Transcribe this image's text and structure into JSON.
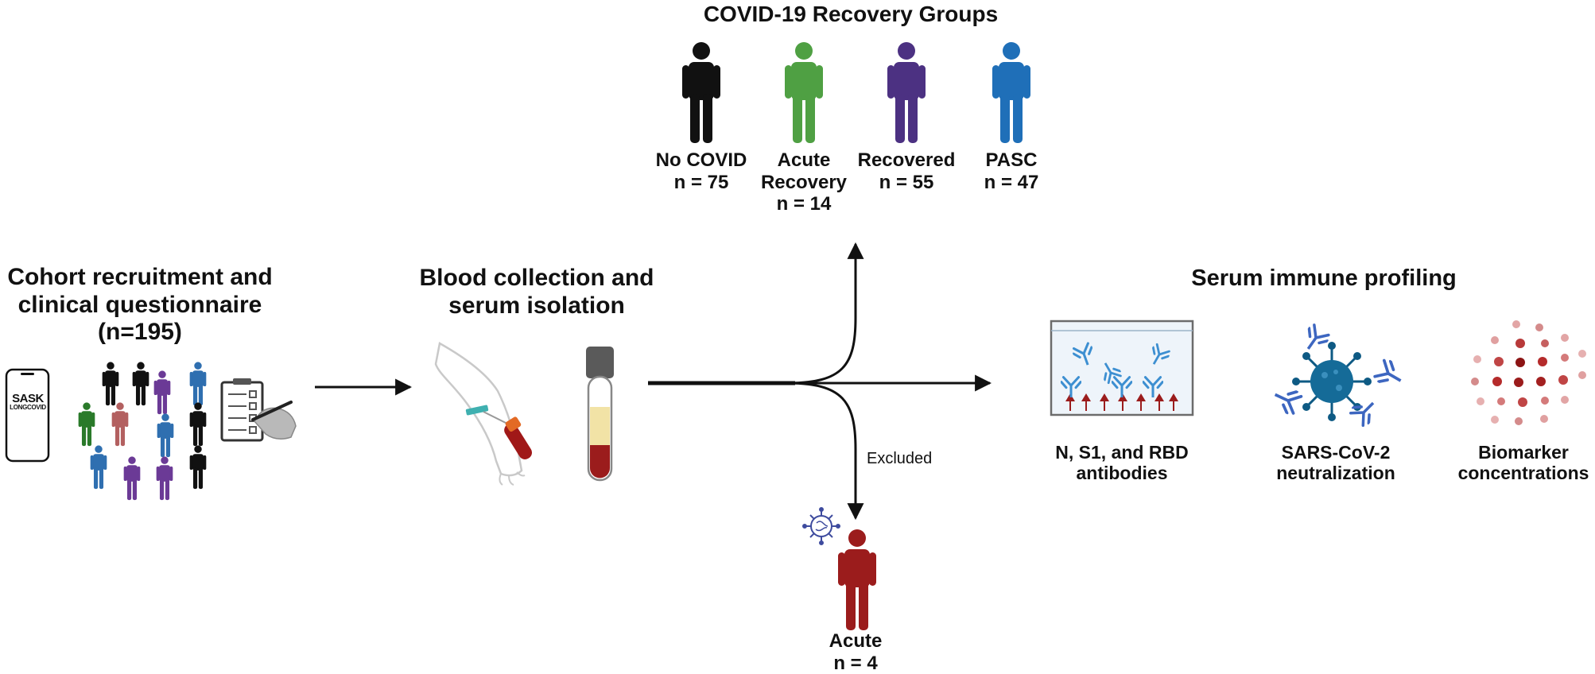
{
  "recovery_title": "COVID-19 Recovery Groups",
  "groups": [
    {
      "name": "No COVID",
      "n": "n = 75",
      "color": "#111111"
    },
    {
      "name": "Acute Recovery",
      "name_line1": "Acute",
      "name_line2": "Recovery",
      "n": "n = 14",
      "color": "#4fa043"
    },
    {
      "name": "Recovered",
      "n": "n = 55",
      "color": "#4c3182"
    },
    {
      "name": "PASC",
      "n": "n = 47",
      "color": "#1f6fb8"
    }
  ],
  "cohort": {
    "title_line1": "Cohort recruitment and",
    "title_line2": "clinical questionnaire",
    "title_line3": "(n=195)",
    "phone_logo_line1": "SASK",
    "phone_logo_line2": "LONGCOVID"
  },
  "blood": {
    "title_line1": "Blood collection and",
    "title_line2": "serum isolation"
  },
  "excluded": {
    "label": "Excluded",
    "group_name": "Acute",
    "group_n": "n = 4",
    "color": "#9b1c1c"
  },
  "profiling": {
    "title": "Serum immune profiling",
    "items": [
      {
        "line1": "N, S1, and RBD",
        "line2": "antibodies",
        "icon": "antibody-plate-icon"
      },
      {
        "line1": "SARS-CoV-2",
        "line2": "neutralization",
        "icon": "virus-neutralization-icon"
      },
      {
        "line1": "Biomarker",
        "line2": "concentrations",
        "icon": "biomarker-dots-icon"
      }
    ]
  },
  "colors": {
    "black": "#111111",
    "green": "#4fa043",
    "purple": "#4c3182",
    "blue": "#1f6fb8",
    "red": "#9b1c1c",
    "antibody": "#3d8fd1",
    "serum": "#f2e3a6"
  }
}
